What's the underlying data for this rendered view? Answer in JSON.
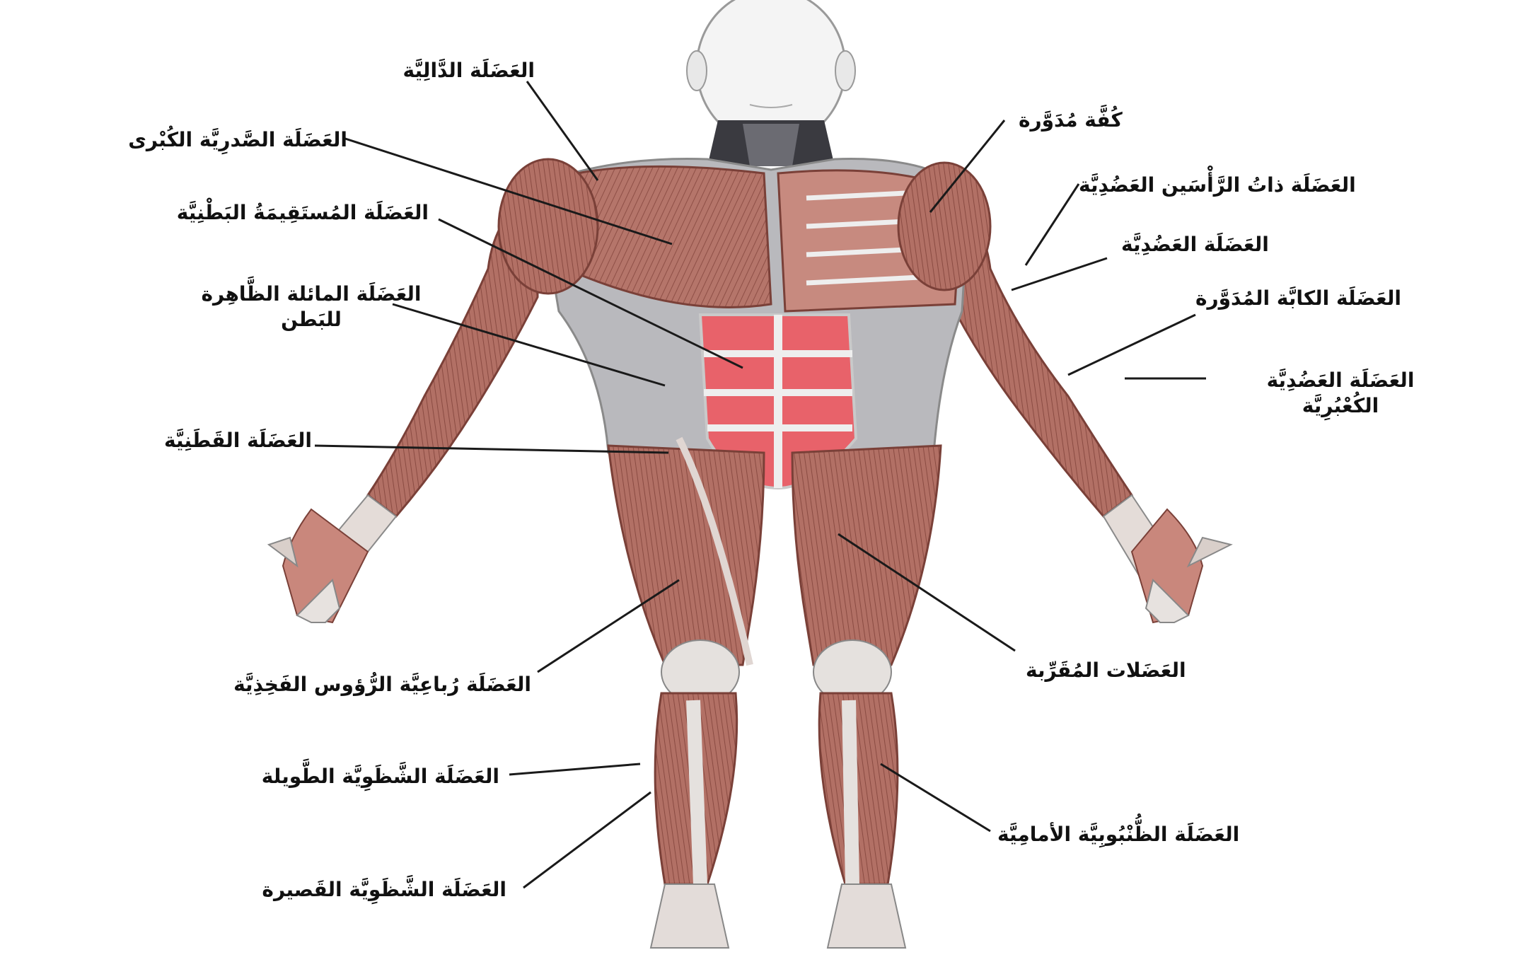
{
  "labels": {
    "deltoid": "العَضَلَة الدَّالِيَّة",
    "pectoralis_major": "العَضَلَة الصَّدرِيَّة الكُبْرى",
    "rectus_abdominis": "العَضَلَة المُستَقِيمَةُ البَطْنِيَّة",
    "external_oblique_line1": "العَضَلَة المائلة الظَّاهِرة",
    "external_oblique_line2": "للبَطن",
    "sartorius": "العَضَلَة القَطَنِيَّة",
    "quadriceps": "العَضَلَة رُباعِيَّة الرُّؤوس الفَخِذِيَّة",
    "peroneus_longus": "العَضَلَة الشَّظَوِيَّة الطَّويلة",
    "peroneus_brevis": "العَضَلَة الشَّظَوِيَّة القَصيرة",
    "rotator_cuff": "كُفَّة مُدَوَّرة",
    "biceps": "العَضَلَة ذاتُ الرَّأْسَين العَضُدِيَّة",
    "brachialis": "العَضَلَة العَضُدِيَّة",
    "pronator_teres": "العَضَلَة الكابَّة المُدَوَّرة",
    "brachioradialis_line1": "العَضَلَة العَضُدِيَّة",
    "brachioradialis_line2": "الكُعْبُرِيَّة",
    "adductors": "العَضَلات المُقَرِّبة",
    "tibialis_anterior": "العَضَلَة الظُّنْبُوبِيَّة الأمامِيَّة"
  },
  "colors": {
    "muscle": "#b5756a",
    "muscle_dark": "#8e4f46",
    "tendon": "#e9e5e2",
    "abdominal": "#e8626a",
    "side_gray": "#b9b9bd",
    "neck": "#3a3a40",
    "leader_line": "#1a1a1a"
  }
}
